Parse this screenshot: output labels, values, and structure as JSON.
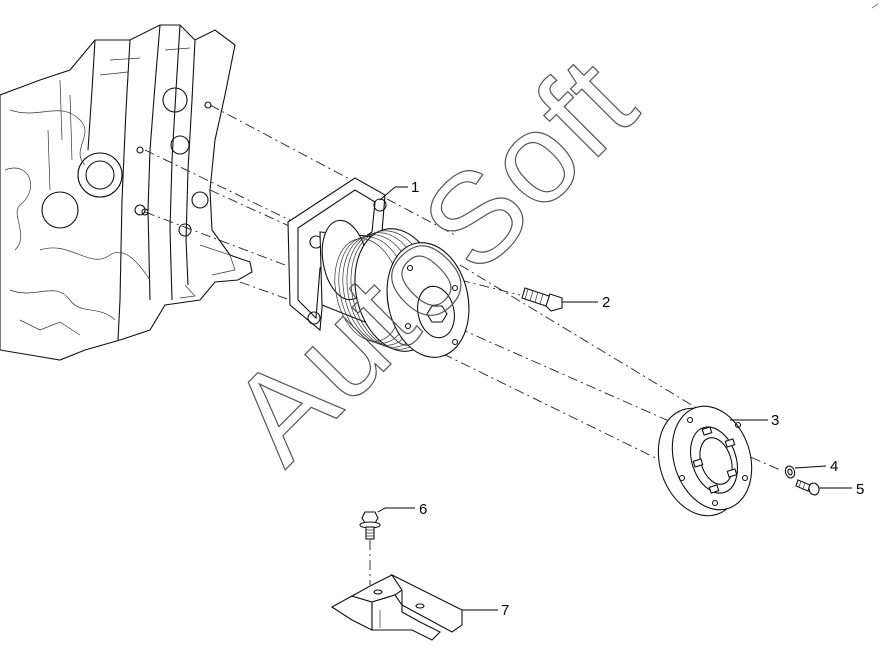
{
  "watermark": "AutoSoft",
  "callouts": [
    {
      "number": "1"
    },
    {
      "number": "2"
    },
    {
      "number": "3"
    },
    {
      "number": "4"
    },
    {
      "number": "5"
    },
    {
      "number": "6"
    },
    {
      "number": "7"
    }
  ]
}
